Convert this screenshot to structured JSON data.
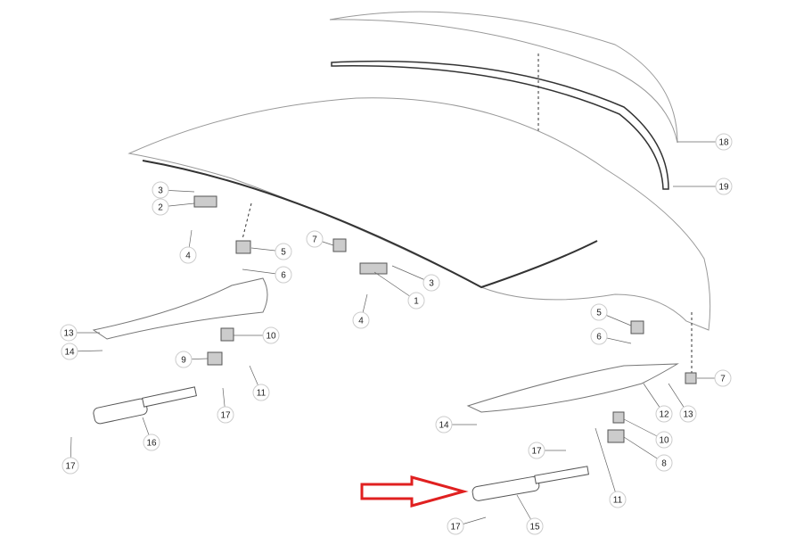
{
  "callouts": [
    "18",
    "19",
    "3",
    "2",
    "4",
    "5",
    "6",
    "7",
    "3",
    "1",
    "4",
    "13",
    "14",
    "10",
    "9",
    "11",
    "17",
    "16",
    "17",
    "5",
    "6",
    "7",
    "12",
    "13",
    "14",
    "10",
    "8",
    "17",
    "11",
    "15",
    "17"
  ],
  "colors": {
    "line": "#444444",
    "part": "#bbbbbb",
    "arrow": "#e02020"
  }
}
